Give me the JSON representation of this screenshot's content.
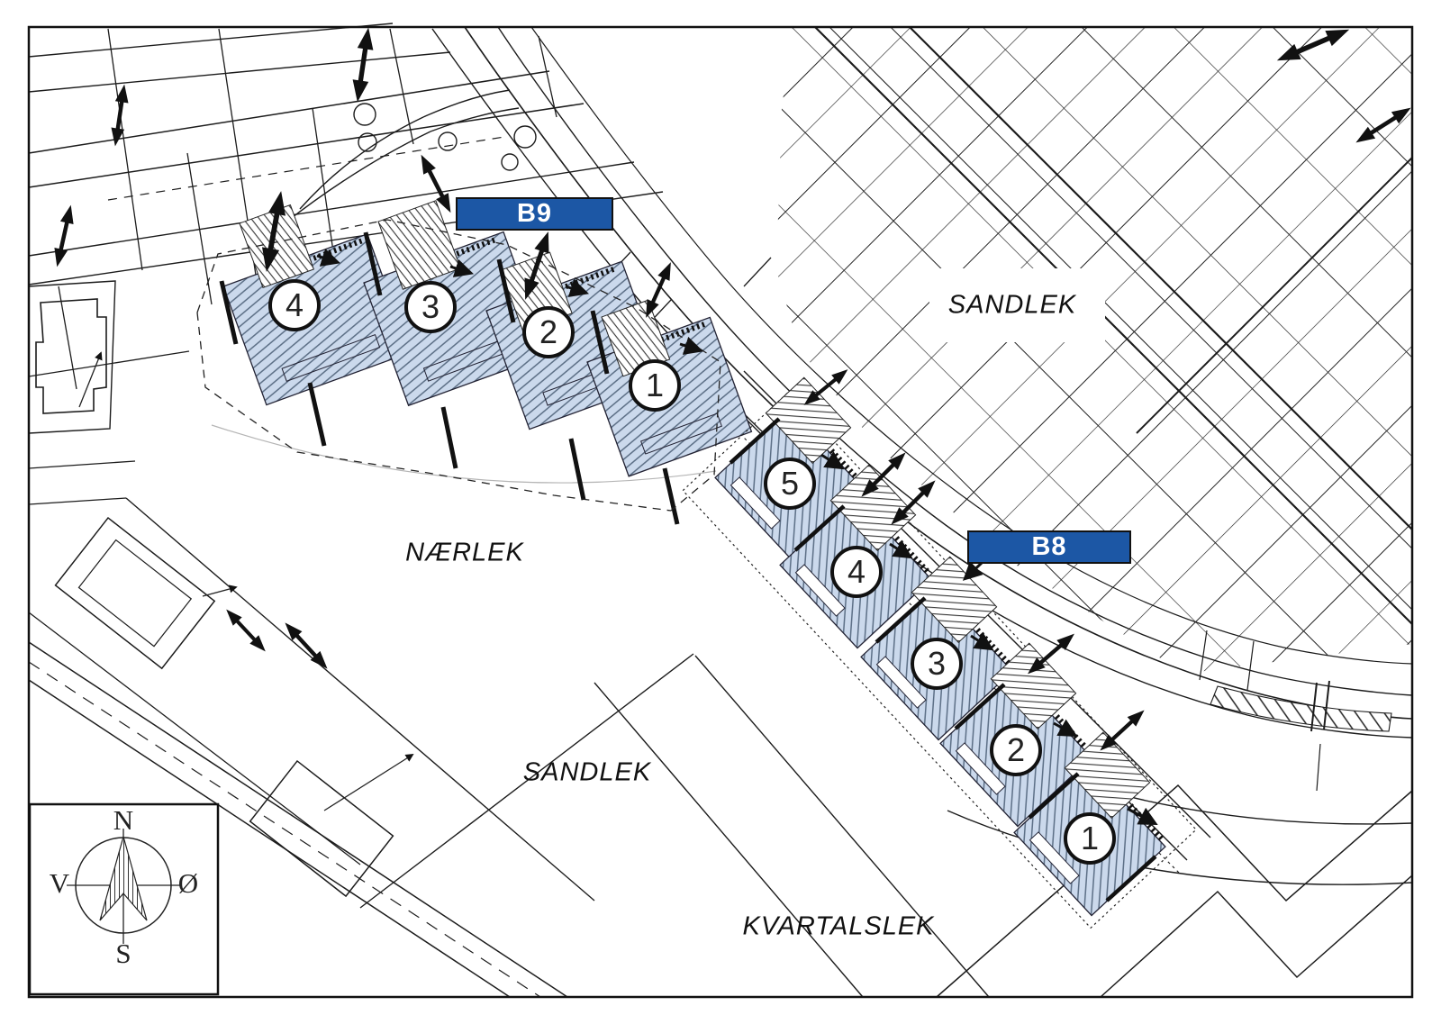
{
  "blocks": [
    {
      "label": "B9",
      "units": [
        "4",
        "3",
        "2",
        "1"
      ]
    },
    {
      "label": "B8",
      "units": [
        "5",
        "4",
        "3",
        "2",
        "1"
      ]
    }
  ],
  "areas": {
    "sandlek_ne": "SANDLEK",
    "naerlek": "NÆRLEK",
    "sandlek_s": "SANDLEK",
    "kvartalslek": "KVARTALSLEK"
  },
  "compass": {
    "n": "N",
    "s": "S",
    "v": "V",
    "o": "Ø"
  },
  "colors": {
    "block_label_bg": "#1c57a5",
    "block_label_text": "#ffffff",
    "building_fill": "#cbd9ec",
    "building_stripe": "#5b6e85",
    "line": "#1c1c1c",
    "paper": "#ffffff"
  }
}
